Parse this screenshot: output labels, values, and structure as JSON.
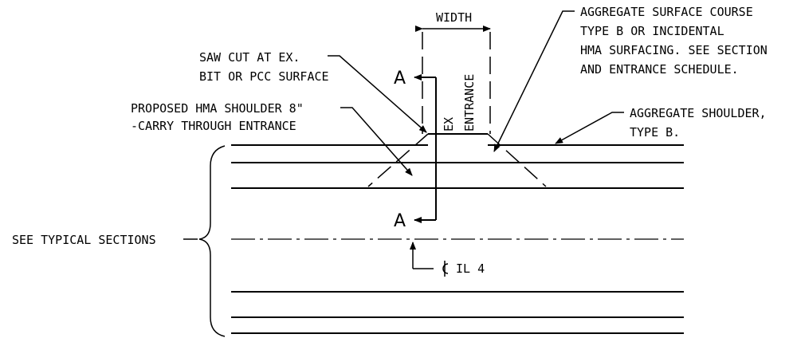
{
  "labels": {
    "width": "WIDTH",
    "aggregate_surface": [
      "AGGREGATE SURFACE COURSE",
      "TYPE B OR INCIDENTAL",
      "HMA SURFACING. SEE SECTION",
      "AND ENTRANCE SCHEDULE."
    ],
    "saw_cut": [
      "SAW CUT AT EX.",
      "BIT OR PCC SURFACE"
    ],
    "hma_shoulder": [
      "PROPOSED HMA SHOULDER 8\"",
      "-CARRY THROUGH ENTRANCE"
    ],
    "aggregate_shoulder": [
      "AGGREGATE SHOULDER,",
      "TYPE B."
    ],
    "ex": "EX",
    "entrance": "ENTRANCE",
    "section_top": "A",
    "section_bottom": "A",
    "typical_sections": "SEE TYPICAL SECTIONS",
    "centerline": "IL 4"
  }
}
